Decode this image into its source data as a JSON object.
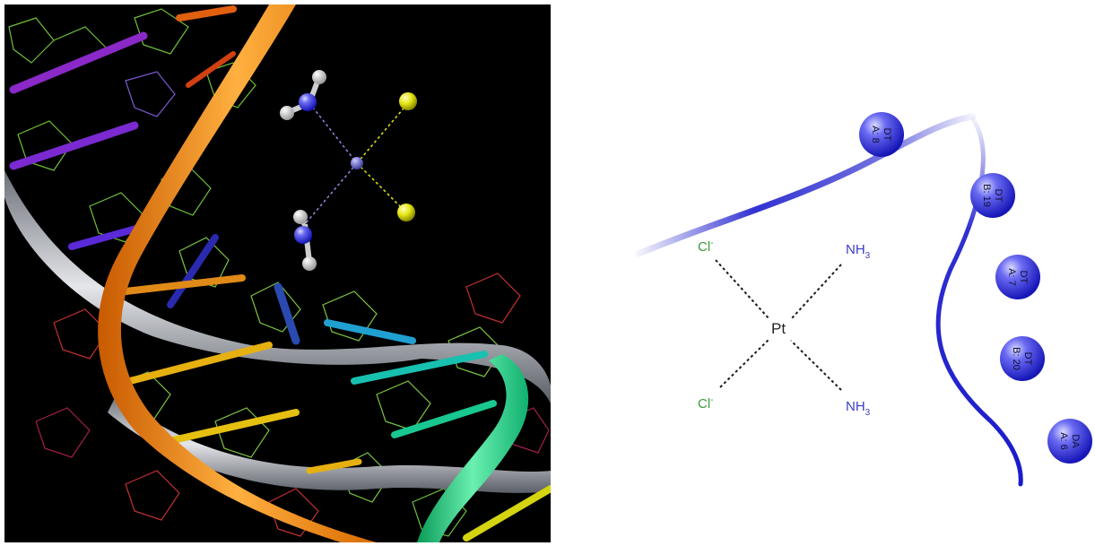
{
  "structure_panel": {
    "background": "#000000",
    "ribbon_colors": {
      "orange": "#f07d10",
      "grey": "#b0b4bc",
      "green": "#22d58a"
    }
  },
  "interaction_diagram": {
    "center_atom": "Pt",
    "ligands": [
      {
        "base": "Cl",
        "sup": "-",
        "color": "#3a9a3a"
      },
      {
        "base": "NH",
        "sub": "3",
        "color": "#3b3fc4"
      },
      {
        "base": "Cl",
        "sup": "-",
        "color": "#3a9a3a"
      },
      {
        "base": "NH",
        "sub": "3",
        "color": "#3b3fc4"
      }
    ],
    "residues": [
      {
        "name": "DT",
        "chain": "A: 8"
      },
      {
        "name": "DT",
        "chain": "B: 19"
      },
      {
        "name": "DT",
        "chain": "A: 7"
      },
      {
        "name": "DT",
        "chain": "B: 20"
      },
      {
        "name": "DA",
        "chain": "A: 6"
      }
    ],
    "residue_color": "#3a3ae0",
    "contour_color": "#1a1acc"
  }
}
